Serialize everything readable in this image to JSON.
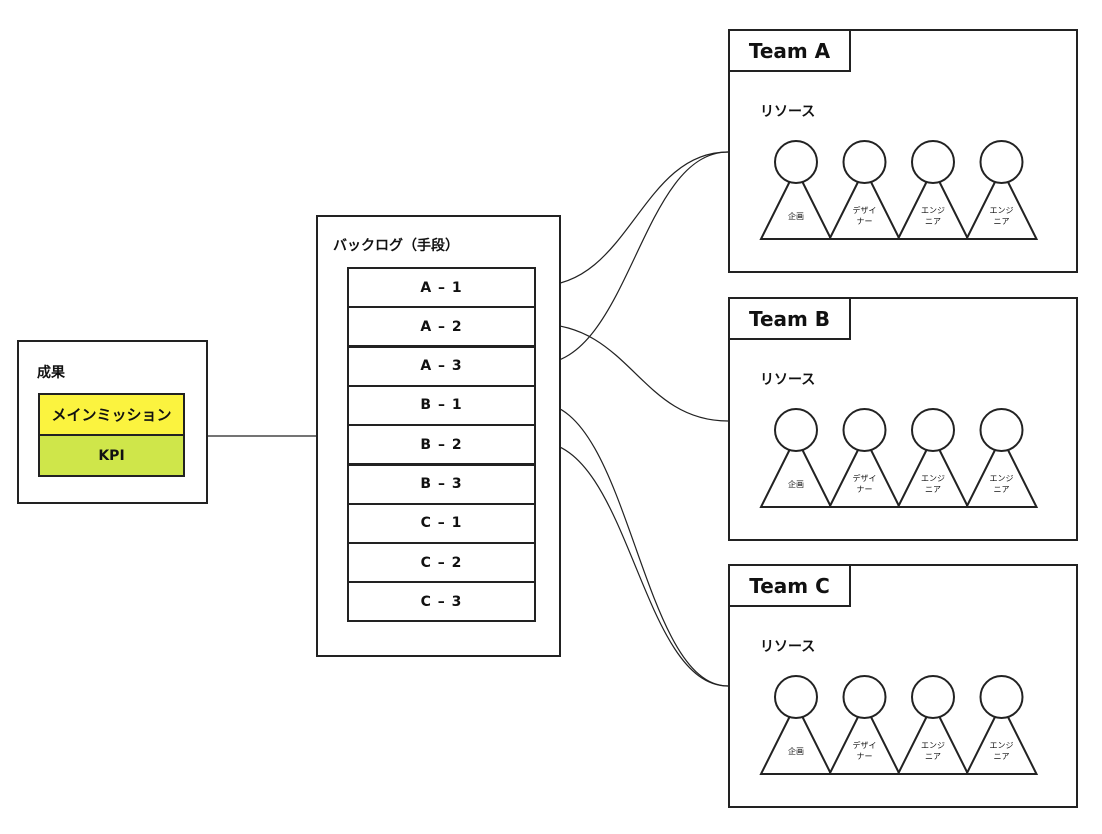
{
  "colors": {
    "mission_fill": "#fbf33f",
    "kpi_fill": "#cfe64a",
    "line": "#222222"
  },
  "outcome": {
    "title": "成果",
    "mission": "メインミッション",
    "kpi": "KPI"
  },
  "backlog": {
    "title": "バックログ（手段）",
    "items": [
      "A – 1",
      "A – 2",
      "A – 3",
      "B – 1",
      "B – 2",
      "B – 3",
      "C – 1",
      "C – 2",
      "C – 3"
    ]
  },
  "teams": [
    {
      "name": "Team A",
      "resource_label": "リソース",
      "members": [
        {
          "role_line1": "企画",
          "role_line2": ""
        },
        {
          "role_line1": "デザイ",
          "role_line2": "ナー"
        },
        {
          "role_line1": "エンジ",
          "role_line2": "ニア"
        },
        {
          "role_line1": "エンジ",
          "role_line2": "ニア"
        }
      ]
    },
    {
      "name": "Team B",
      "resource_label": "リソース",
      "members": [
        {
          "role_line1": "企画",
          "role_line2": ""
        },
        {
          "role_line1": "デザイ",
          "role_line2": "ナー"
        },
        {
          "role_line1": "エンジ",
          "role_line2": "ニア"
        },
        {
          "role_line1": "エンジ",
          "role_line2": "ニア"
        }
      ]
    },
    {
      "name": "Team C",
      "resource_label": "リソース",
      "members": [
        {
          "role_line1": "企画",
          "role_line2": ""
        },
        {
          "role_line1": "デザイ",
          "role_line2": "ナー"
        },
        {
          "role_line1": "エンジ",
          "role_line2": "ニア"
        },
        {
          "role_line1": "エンジ",
          "role_line2": "ニア"
        }
      ]
    }
  ]
}
